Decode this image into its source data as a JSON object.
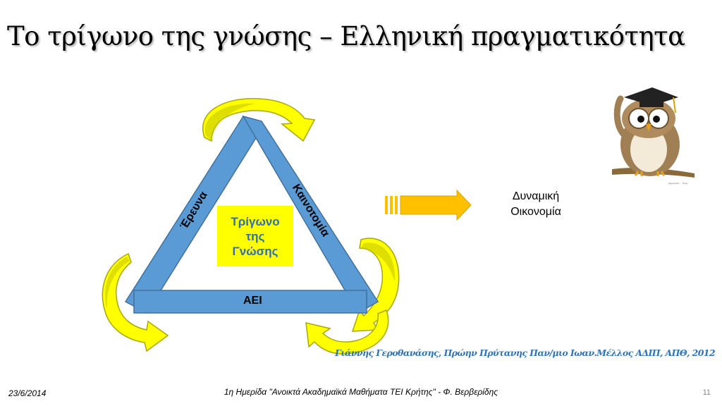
{
  "slide": {
    "title": "Το τρίγωνο της γνώσης – Ελληνική πραγματικότητα"
  },
  "diagram": {
    "center_lines": [
      "Τρίγωνο",
      "της",
      "Γνώσης"
    ],
    "sides": {
      "left": "Έρευνα",
      "right": "Καινοτομία",
      "bottom": "ΑΕΙ"
    },
    "result_lines": [
      "Δυναμική",
      "Οικονομία"
    ],
    "colors": {
      "triangle": "#5b9bd5",
      "triangle_stroke": "#41719c",
      "arrow_fill": "#ffff00",
      "arrow_shade": "#c8c800",
      "center_box": "#ffff00",
      "center_text": "#2f6db5",
      "right_arrow": "#ffc000"
    },
    "icons": [
      "owl-graduate-icon",
      "circular-arrow-icon",
      "right-arrow-icon"
    ],
    "owl_caption": "Δημιουργία: ... Πηγή: ..."
  },
  "citation": "Γιάννης Γεροθανάσης, Πρώην Πρύτανης Παν/μιο Ιωαν.Μέλλος ΑΔΙΠ, ΑΠΘ, 2012",
  "footer": {
    "date": "23/6/2014",
    "event": "1η Ημερίδα \"Ανοικτά Ακαδημαϊκά Μαθήματα ΤΕΙ Κρήτης\" - Φ. Βερβερίδης",
    "page": "11"
  }
}
